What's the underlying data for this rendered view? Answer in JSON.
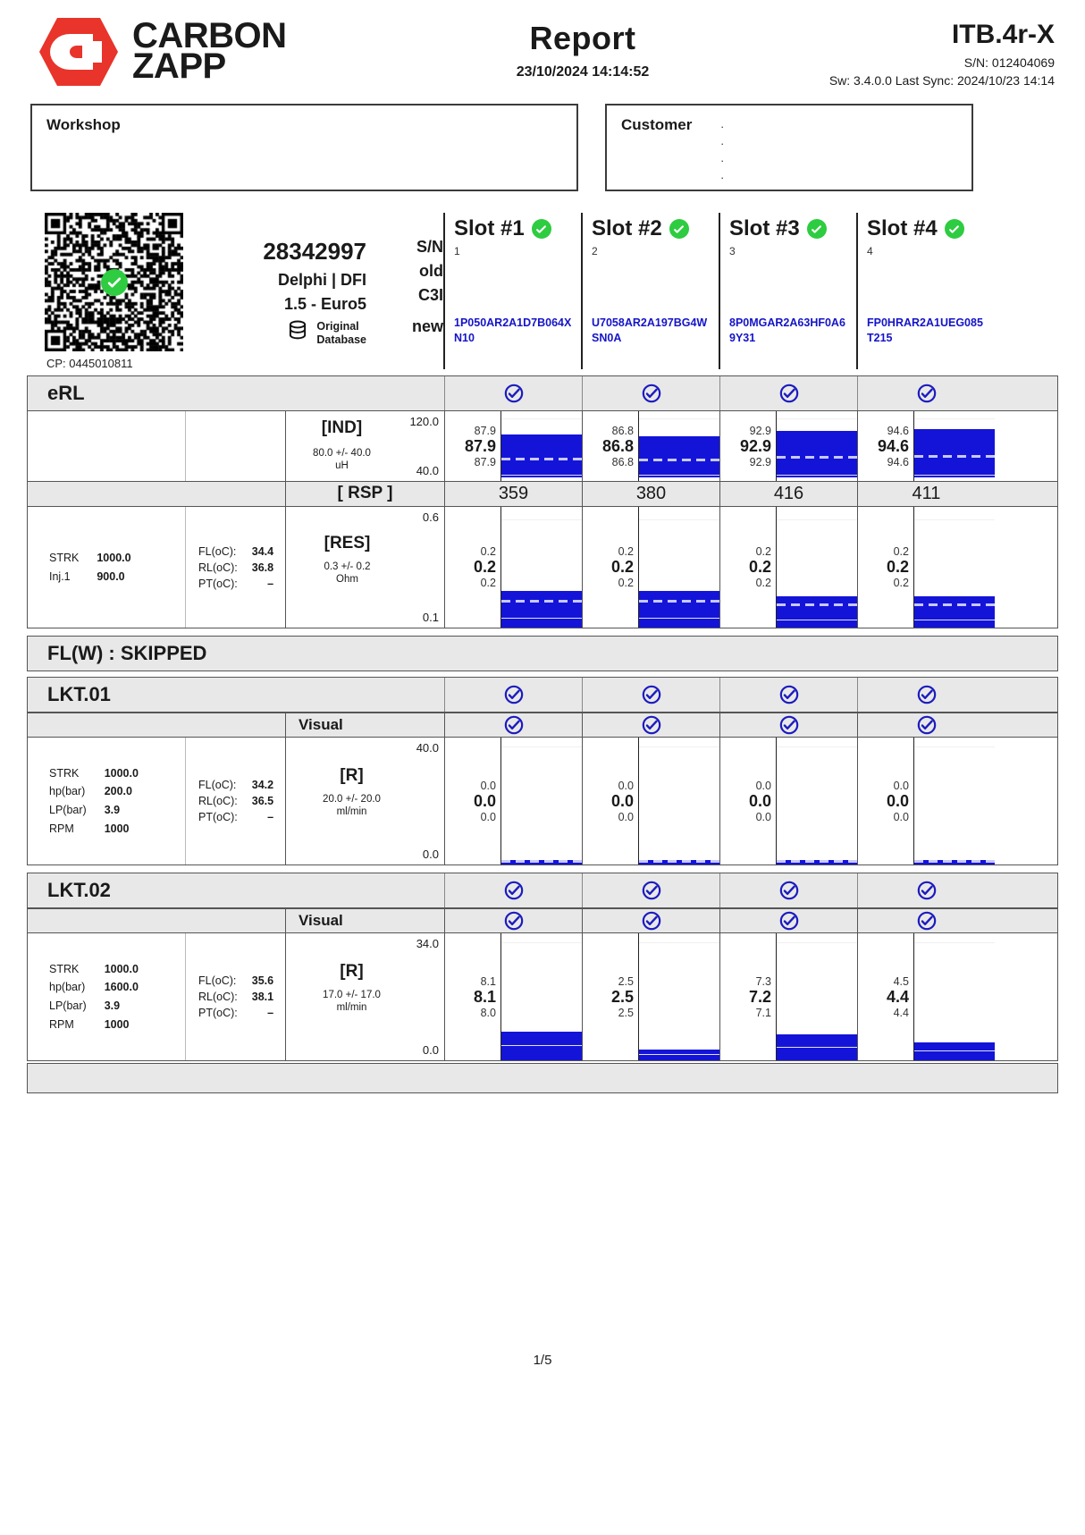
{
  "header": {
    "brand_line1": "CARBON",
    "brand_line2": "ZAPP",
    "title": "Report",
    "datetime": "23/10/2024 14:14:52",
    "device_model": "ITB.4r-X",
    "device_sn": "S/N: 012404069",
    "device_sw": "Sw: 3.4.0.0 Last Sync: 2024/10/23 14:14"
  },
  "workshop": {
    "label": "Workshop",
    "value": ""
  },
  "customer": {
    "label": "Customer",
    "dots": [
      ".",
      ".",
      ".",
      "."
    ]
  },
  "injector": {
    "serial": "28342997",
    "serial_label": "S/N",
    "brand": "Delphi | DFI",
    "brand_label": "old",
    "variant": "1.5 - Euro5",
    "variant_label": "C3I",
    "db_line1": "Original",
    "db_line2": "Database",
    "db_label": "new",
    "cp": "CP: 0445010811",
    "qr_status": "ok"
  },
  "slots": [
    {
      "title": "Slot #1",
      "index": "1",
      "status": "ok",
      "code": "1P050AR2A1D7B064XN10"
    },
    {
      "title": "Slot #2",
      "index": "2",
      "status": "ok",
      "code": "U7058AR2A197BG4WSN0A"
    },
    {
      "title": "Slot #3",
      "index": "3",
      "status": "ok",
      "code": "8P0MGAR2A63HF0A69Y31"
    },
    {
      "title": "Slot #4",
      "index": "4",
      "status": "ok",
      "code": "FP0HRAR2A1UEG085T215"
    }
  ],
  "sections": {
    "erl": {
      "name": "eRL",
      "params": [
        {
          "k": "STRK",
          "v": "1000.0"
        },
        {
          "k": "Inj.1",
          "v": "900.0"
        }
      ],
      "temps": [
        {
          "k": "FL(oC):",
          "v": "34.4"
        },
        {
          "k": "RL(oC):",
          "v": "36.8"
        },
        {
          "k": "PT(oC):",
          "v": "–"
        }
      ],
      "rsp_label": "[ RSP ]",
      "rsp_values": [
        "359",
        "380",
        "416",
        "411"
      ]
    },
    "flw": {
      "name": "FL(W) : SKIPPED"
    },
    "lkt01": {
      "name": "LKT.01",
      "visual_label": "Visual",
      "params": [
        {
          "k": "STRK",
          "v": "1000.0"
        },
        {
          "k": "hp(bar)",
          "v": "200.0"
        },
        {
          "k": "LP(bar)",
          "v": "3.9"
        },
        {
          "k": "RPM",
          "v": "1000"
        }
      ],
      "temps": [
        {
          "k": "FL(oC):",
          "v": "34.2"
        },
        {
          "k": "RL(oC):",
          "v": "36.5"
        },
        {
          "k": "PT(oC):",
          "v": "–"
        }
      ]
    },
    "lkt02": {
      "name": "LKT.02",
      "visual_label": "Visual",
      "params": [
        {
          "k": "STRK",
          "v": "1000.0"
        },
        {
          "k": "hp(bar)",
          "v": "1600.0"
        },
        {
          "k": "LP(bar)",
          "v": "3.9"
        },
        {
          "k": "RPM",
          "v": "1000"
        }
      ],
      "temps": [
        {
          "k": "FL(oC):",
          "v": "35.6"
        },
        {
          "k": "RL(oC):",
          "v": "38.1"
        },
        {
          "k": "PT(oC):",
          "v": "–"
        }
      ]
    }
  },
  "page_footer": "1/5",
  "colors": {
    "accent_red": "#e8342a",
    "bar_blue": "#1414d8",
    "code_blue": "#1414c8",
    "ok_green": "#2ecc40",
    "header_grey": "#e8e8e8"
  },
  "chart_data": [
    {
      "type": "bar",
      "title": "[IND]",
      "unit": "uH",
      "tolerance": "80.0 +/- 40.0",
      "ylim": [
        40.0,
        120.0
      ],
      "ytick_top": "120.0",
      "ytick_bottom": "40.0",
      "categories": [
        "Slot #1",
        "Slot #2",
        "Slot #3",
        "Slot #4"
      ],
      "readings": [
        {
          "hi": "87.9",
          "mid": "87.9",
          "lo": "87.9"
        },
        {
          "hi": "86.8",
          "mid": "86.8",
          "lo": "86.8"
        },
        {
          "hi": "92.9",
          "mid": "92.9",
          "lo": "92.9"
        },
        {
          "hi": "94.6",
          "mid": "94.6",
          "lo": "94.6"
        }
      ],
      "values": [
        87.9,
        86.8,
        92.9,
        94.6
      ]
    },
    {
      "type": "bar",
      "title": "[RES]",
      "unit": "Ohm",
      "tolerance": "0.3 +/- 0.2",
      "ylim": [
        0.1,
        0.6
      ],
      "ytick_top": "0.6",
      "ytick_bottom": "0.1",
      "categories": [
        "Slot #1",
        "Slot #2",
        "Slot #3",
        "Slot #4"
      ],
      "readings": [
        {
          "hi": "0.2",
          "mid": "0.2",
          "lo": "0.2"
        },
        {
          "hi": "0.2",
          "mid": "0.2",
          "lo": "0.2"
        },
        {
          "hi": "0.2",
          "mid": "0.2",
          "lo": "0.2"
        },
        {
          "hi": "0.2",
          "mid": "0.2",
          "lo": "0.2"
        }
      ],
      "values": [
        0.2,
        0.2,
        0.2,
        0.2
      ]
    },
    {
      "type": "bar",
      "title": "[R]",
      "unit": "ml/min",
      "tolerance": "20.0 +/- 20.0",
      "ylim": [
        0.0,
        40.0
      ],
      "ytick_top": "40.0",
      "ytick_bottom": "0.0",
      "categories": [
        "Slot #1",
        "Slot #2",
        "Slot #3",
        "Slot #4"
      ],
      "readings": [
        {
          "hi": "0.0",
          "mid": "0.0",
          "lo": "0.0"
        },
        {
          "hi": "0.0",
          "mid": "0.0",
          "lo": "0.0"
        },
        {
          "hi": "0.0",
          "mid": "0.0",
          "lo": "0.0"
        },
        {
          "hi": "0.0",
          "mid": "0.0",
          "lo": "0.0"
        }
      ],
      "values": [
        0.0,
        0.0,
        0.0,
        0.0
      ]
    },
    {
      "type": "bar",
      "title": "[R]",
      "unit": "ml/min",
      "tolerance": "17.0 +/- 17.0",
      "ylim": [
        0.0,
        34.0
      ],
      "ytick_top": "34.0",
      "ytick_bottom": "0.0",
      "categories": [
        "Slot #1",
        "Slot #2",
        "Slot #3",
        "Slot #4"
      ],
      "readings": [
        {
          "hi": "8.1",
          "mid": "8.1",
          "lo": "8.0"
        },
        {
          "hi": "2.5",
          "mid": "2.5",
          "lo": "2.5"
        },
        {
          "hi": "7.3",
          "mid": "7.2",
          "lo": "7.1"
        },
        {
          "hi": "4.5",
          "mid": "4.4",
          "lo": "4.4"
        }
      ],
      "values": [
        8.1,
        2.5,
        7.2,
        4.4
      ]
    }
  ]
}
